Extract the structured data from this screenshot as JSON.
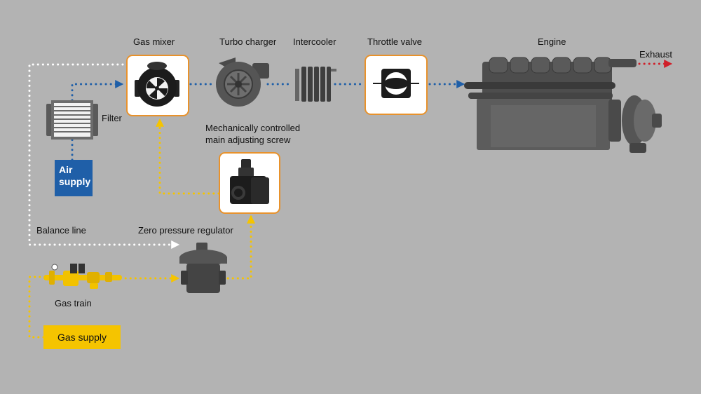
{
  "labels": {
    "gas_mixer": "Gas mixer",
    "turbo_charger": "Turbo charger",
    "intercooler": "Intercooler",
    "throttle_valve": "Throttle valve",
    "engine": "Engine",
    "exhaust": "Exhaust",
    "filter": "Filter",
    "mech_screw_line1": "Mechanically controlled",
    "mech_screw_line2": "main adjusting screw",
    "balance_line": "Balance line",
    "zero_pressure_regulator": "Zero pressure regulator",
    "gas_train": "Gas train"
  },
  "supplies": {
    "air_line1": "Air",
    "air_line2": "supply",
    "gas": "Gas supply"
  },
  "colors": {
    "background": "#b3b3b3",
    "air_flow": "#1f5fa8",
    "gas_flow": "#f5c400",
    "balance_line": "#ffffff",
    "exhaust_flow": "#d0202a",
    "component_border": "#e8922c",
    "air_supply_fill": "#1f5fa8",
    "gas_supply_fill": "#f5c400"
  }
}
